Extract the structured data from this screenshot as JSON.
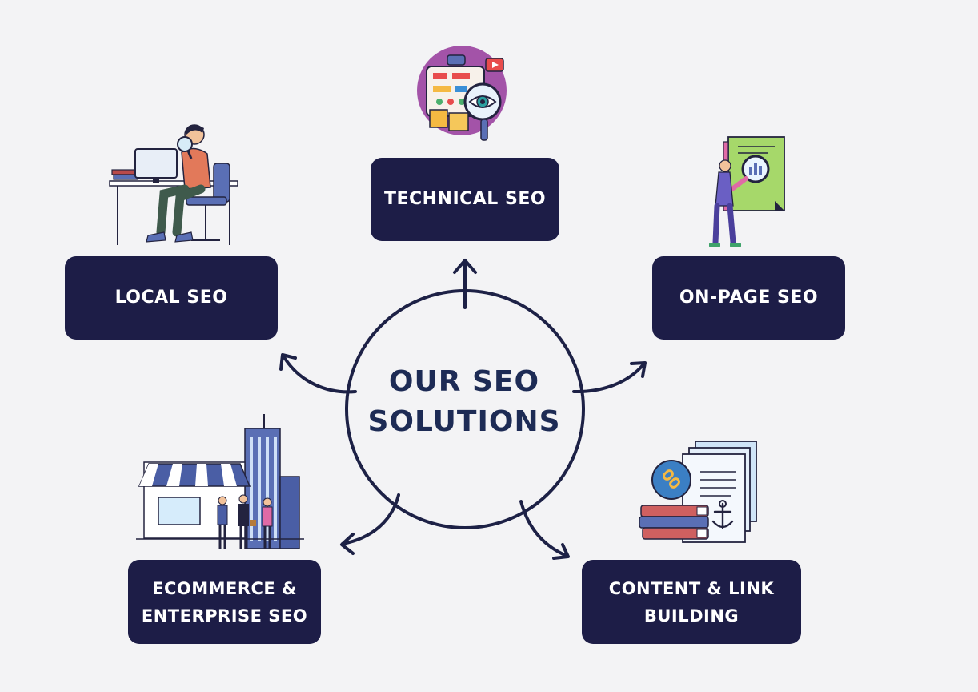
{
  "center": {
    "title_line1": "OUR SEO",
    "title_line2": "SOLUTIONS"
  },
  "boxes": {
    "technical": "TECHNICAL SEO",
    "local": "LOCAL SEO",
    "onpage": "ON-PAGE SEO",
    "ecommerce_line1": "ECOMMERCE &",
    "ecommerce_line2": "ENTERPRISE SEO",
    "content_line1": "CONTENT & LINK",
    "content_line2": "BUILDING"
  },
  "colors": {
    "background": "#f3f3f5",
    "box": "#1d1d47",
    "box_text": "#ffffff",
    "center_text": "#1d2b55",
    "stroke": "#1d2146"
  },
  "icons": {
    "technical": "dashboard-eye-magnifier-icon",
    "local": "person-at-desk-magnifier-icon",
    "onpage": "person-with-report-magnifier-icon",
    "ecommerce": "storefront-skyscraper-people-icon",
    "content": "books-link-documents-anchor-icon"
  }
}
